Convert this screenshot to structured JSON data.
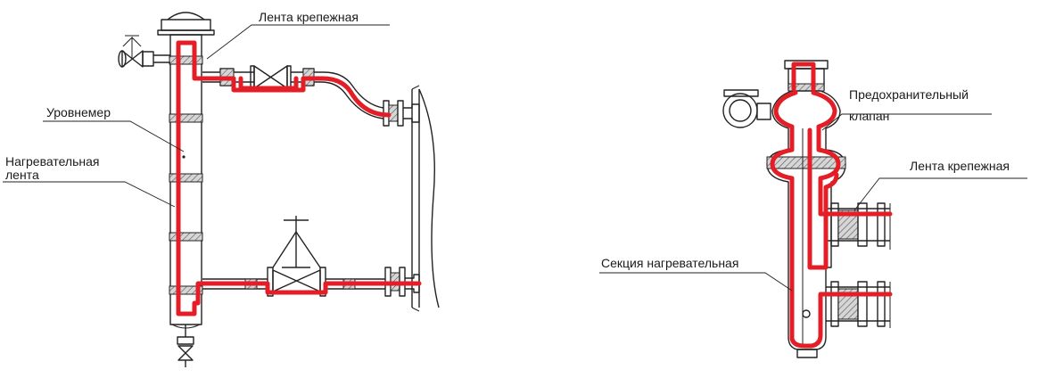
{
  "colors": {
    "heating_tape": "#e41e26",
    "outline": "#222222",
    "label_text": "#1a1a1a",
    "hatch_fill": "#bdbdbd"
  },
  "left_diagram": {
    "label_mounting_tape": "Лента крепежная",
    "label_level_gauge": "Уровнемер",
    "label_heating_tape_line1": "Нагревательная",
    "label_heating_tape_line2": "лента"
  },
  "right_diagram": {
    "label_safety_valve_line1": "Предохранительный",
    "label_safety_valve_line2": "клапан",
    "label_mounting_tape": "Лента крепежная",
    "label_heating_section": "Секция нагревательная"
  }
}
